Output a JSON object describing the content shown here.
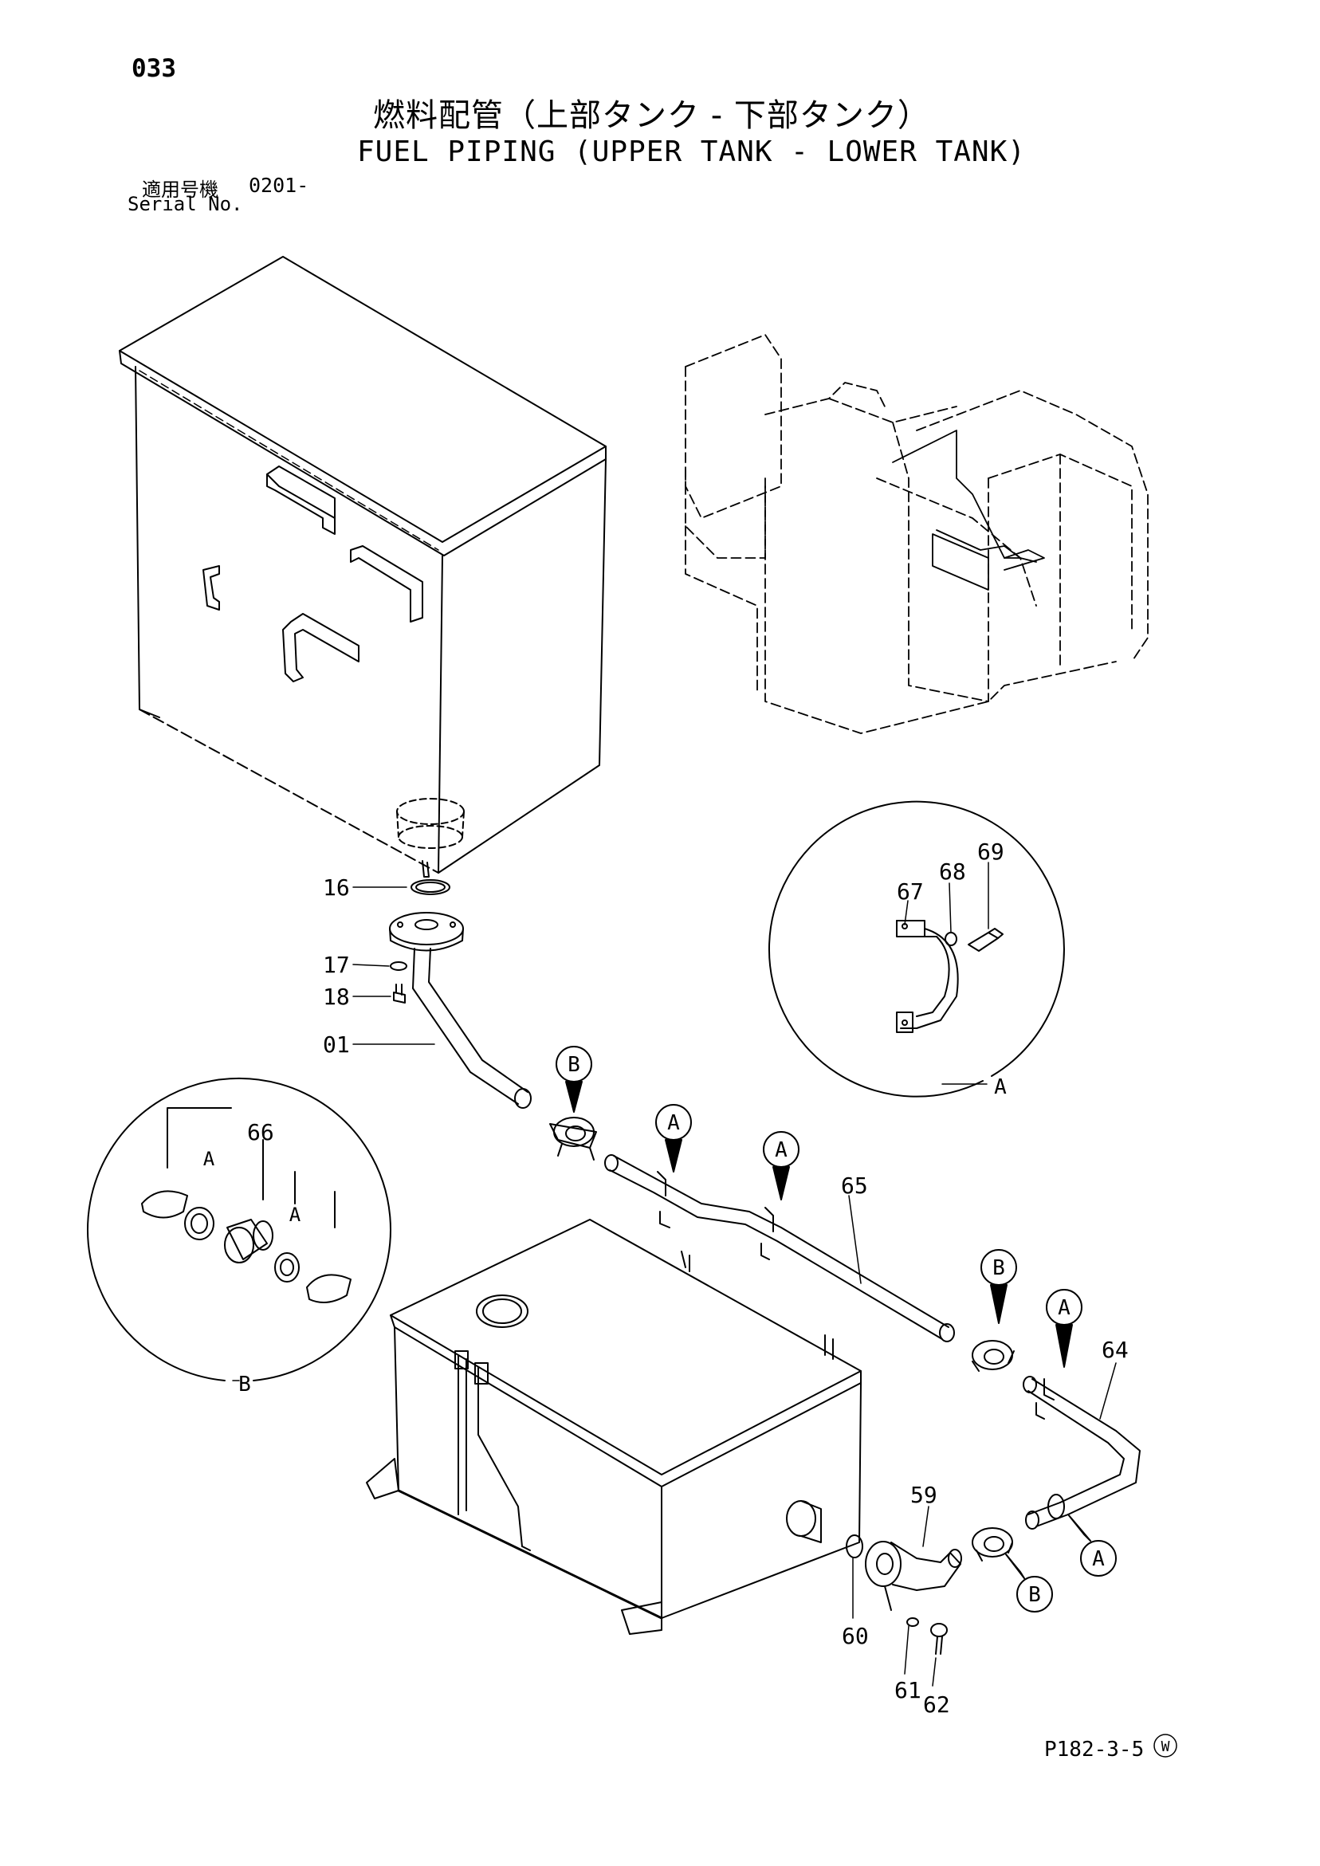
{
  "page_number": "033",
  "title_jp": "燃料配管（上部タンク - 下部タンク）",
  "title_en": "FUEL PIPING (UPPER TANK - LOWER TANK)",
  "serial": {
    "label_jp": "適用号機",
    "value": "0201-",
    "label_en": "Serial No."
  },
  "figure_code": "P182-3-5",
  "mark": "W",
  "callouts": {
    "p16": "16",
    "p17": "17",
    "p18": "18",
    "p01": "01",
    "p66": "66",
    "p65": "65",
    "p64": "64",
    "p59": "59",
    "p60": "60",
    "p61": "61",
    "p62": "62",
    "p67": "67",
    "p68": "68",
    "p69": "69"
  },
  "detail_refs": {
    "a": "A",
    "b": "B"
  }
}
